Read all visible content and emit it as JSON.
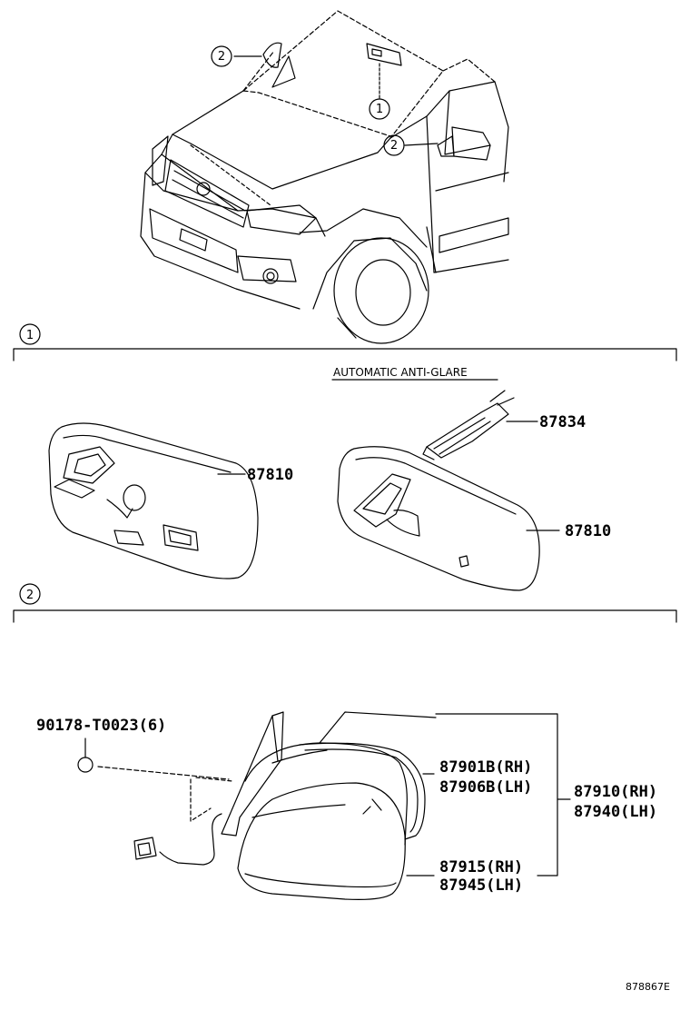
{
  "callouts": {
    "one": "1",
    "two": "2"
  },
  "sections": {
    "section1_marker": "1",
    "section2_marker": "2",
    "auto_anti_glare": "AUTOMATIC ANTI-GLARE"
  },
  "parts": {
    "inner_mirror_std": "87810",
    "inner_mirror_auto": "87810",
    "auto_mirror_cover": "87834",
    "screw": "90178-T0023(6)",
    "mirror_glass_rh": "87901B(RH)",
    "mirror_glass_lh": "87906B(LH)",
    "outer_mirror_rh": "87910(RH)",
    "outer_mirror_lh": "87940(LH)",
    "mirror_cover_rh": "87915(RH)",
    "mirror_cover_lh": "87945(LH)"
  },
  "diagram_ref": "878867E"
}
